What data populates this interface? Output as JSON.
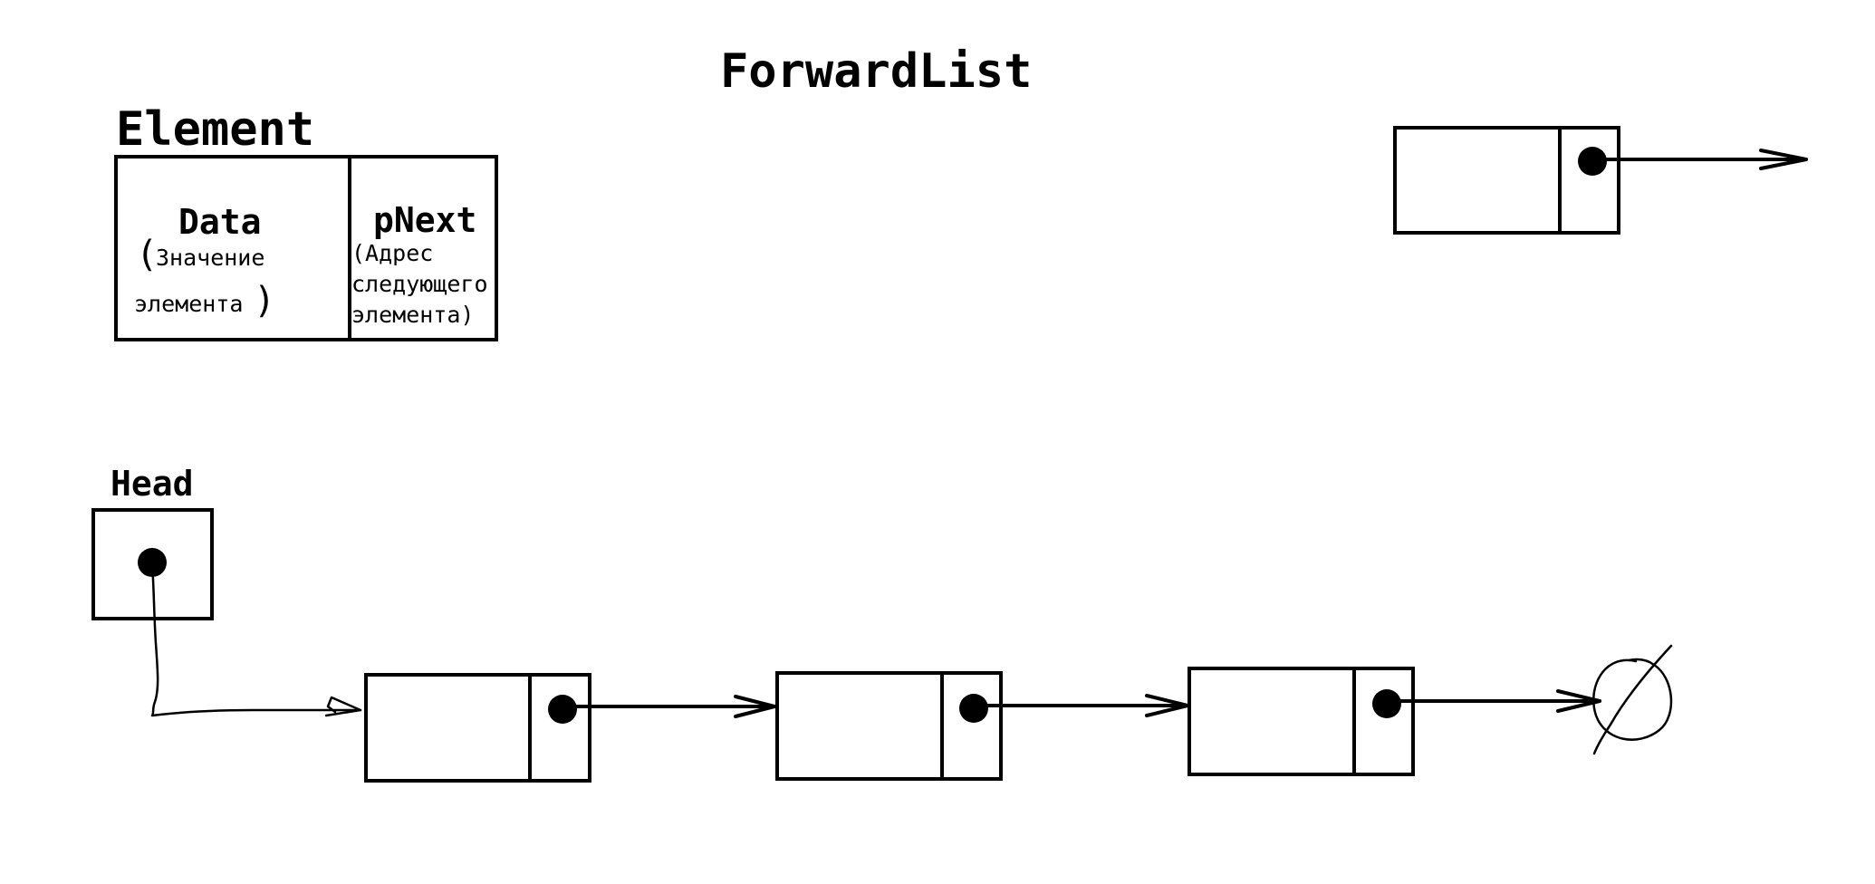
{
  "title": "ForwardList",
  "element": {
    "label": "Element",
    "data_label": "Data",
    "data_desc_paren_open": "(",
    "data_desc_line1": "Значение",
    "data_desc_line2": "элемента",
    "data_desc_paren_close": ")",
    "pnext_label": "pNext",
    "pnext_desc_line1": "(Адрес",
    "pnext_desc_line2": "следующего",
    "pnext_desc_line3": "элемента)"
  },
  "head": {
    "label": "Head"
  },
  "null_symbol": "null-pointer-circle-slash",
  "icons": {
    "pointer_dot": "filled-circle",
    "arrow": "open-arrowhead"
  }
}
